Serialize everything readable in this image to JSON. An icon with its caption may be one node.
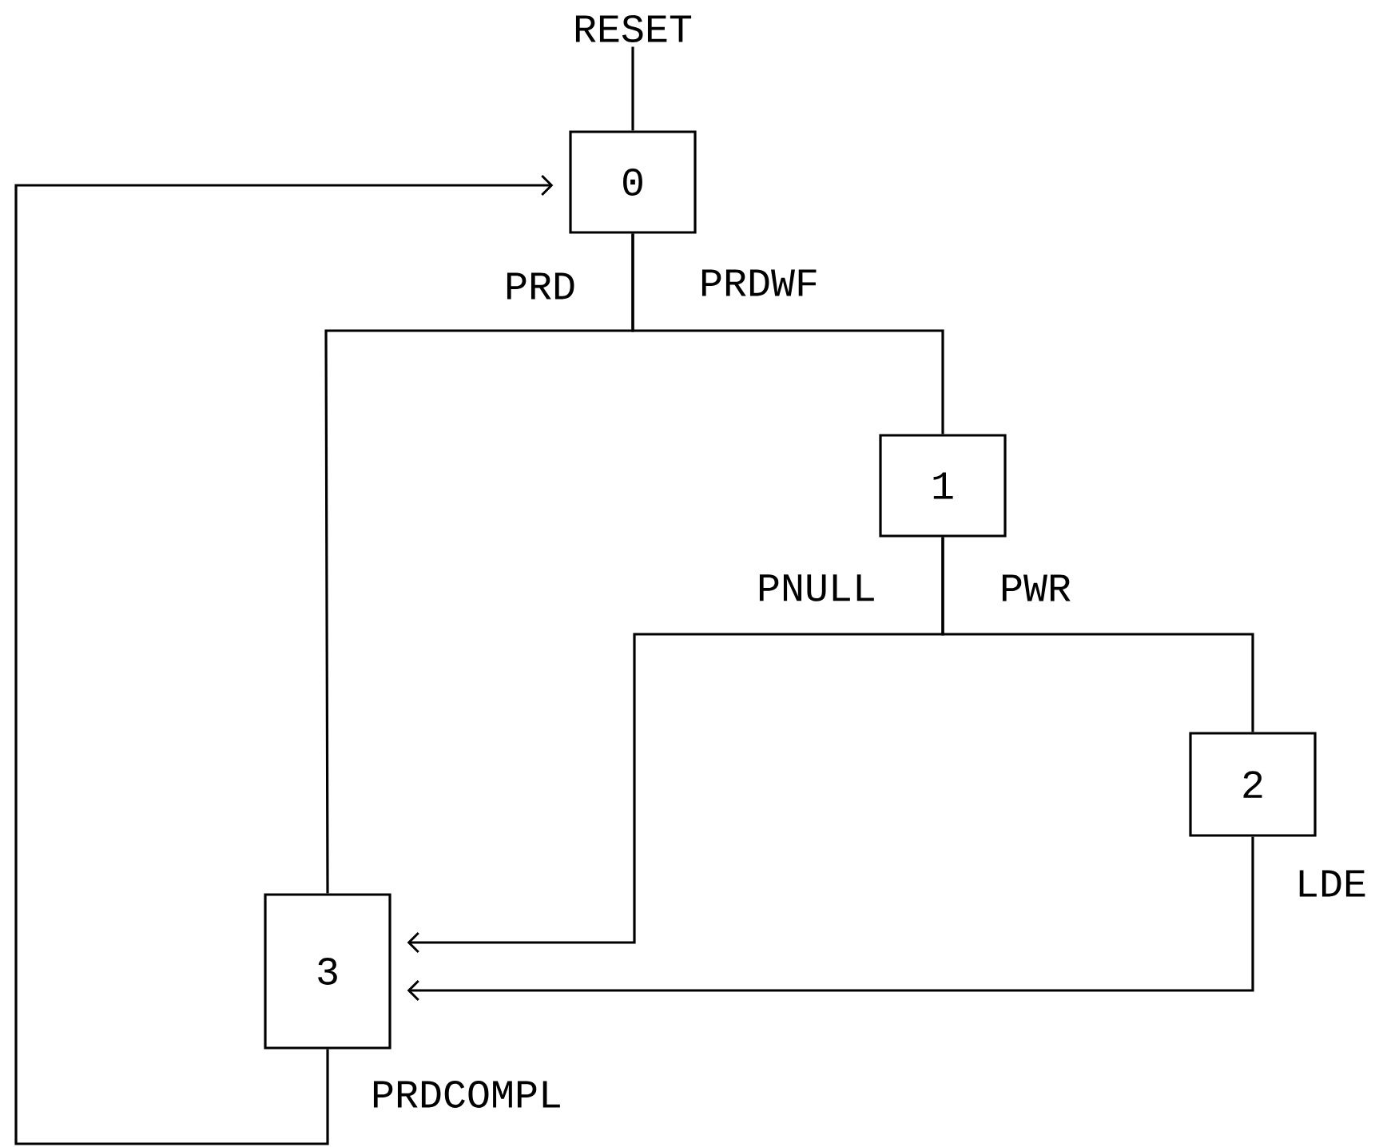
{
  "diagram": {
    "nodes": [
      {
        "text": [
          "RESET"
        ]
      },
      {
        "text": [
          "0"
        ]
      },
      {
        "text": [
          "1"
        ]
      },
      {
        "text": [
          "2"
        ]
      },
      {
        "text": [
          "3"
        ]
      }
    ],
    "edges": [
      {
        "from": 0,
        "to": 1,
        "arrow": "none"
      },
      {
        "from": 1,
        "to": 4,
        "arrow": "none",
        "label": "PRD"
      },
      {
        "from": 1,
        "to": 2,
        "arrow": "none",
        "label": "PRDWF"
      },
      {
        "from": 2,
        "to": 4,
        "arrow": "to",
        "label": "PNULL"
      },
      {
        "from": 2,
        "to": 3,
        "arrow": "none",
        "label": "PWR"
      },
      {
        "from": 3,
        "to": 4,
        "arrow": "to",
        "label": "LDE"
      },
      {
        "from": 4,
        "to": 1,
        "arrow": "to",
        "label": "PRDCOMPL"
      }
    ]
  }
}
